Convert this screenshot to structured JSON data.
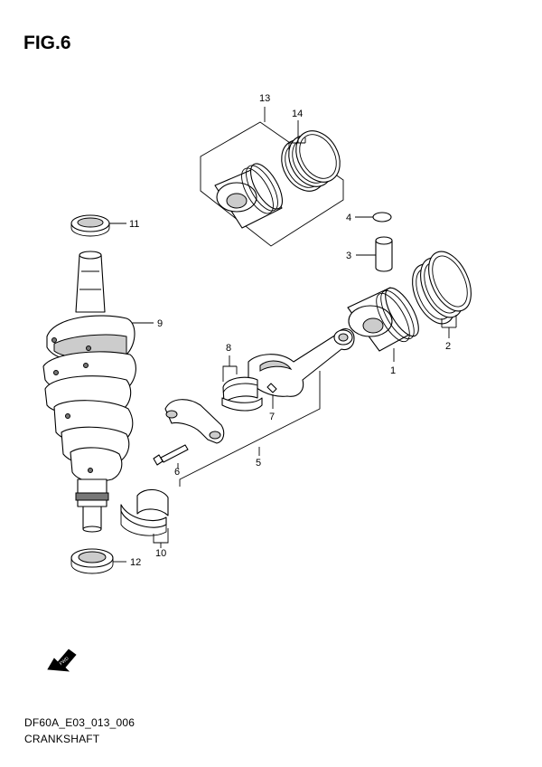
{
  "figure": {
    "title": "FIG.6",
    "code": "DF60A_E03_013_006",
    "caption": "CRANKSHAFT"
  },
  "fwd": {
    "label": "FWD"
  },
  "callouts": {
    "c1": "1",
    "c2": "2",
    "c3": "3",
    "c4": "4",
    "c5": "5",
    "c6": "6",
    "c7": "7",
    "c8": "8",
    "c9": "9",
    "c10": "10",
    "c11": "11",
    "c12": "12",
    "c13": "13",
    "c14": "14"
  }
}
